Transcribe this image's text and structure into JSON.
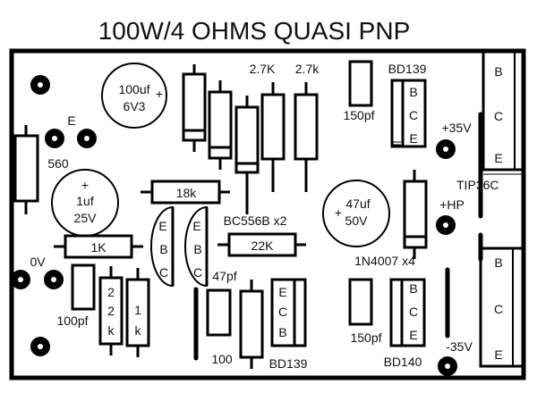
{
  "title": "100W/4 OHMS QUASI PNP",
  "colors": {
    "ink": "#000000",
    "board": "#ffffff"
  },
  "labels": {
    "e_pad": "E",
    "r560": "560",
    "c100_value": "100uf",
    "c100_voltage": "6V3",
    "c1_value": "1uf",
    "c1_voltage": "25V",
    "plus": "+",
    "r18k": "18k",
    "r2_7K": "2.7K",
    "r2_7k": "2.7k",
    "c150_top": "150pf",
    "bd139_top": "BD139",
    "plus35v": "+35V",
    "tip36c": "TIP36C",
    "hp": "+HP",
    "c47_value": "47uf",
    "c47_voltage": "50V",
    "bc556b": "BC556B x2",
    "r1K": "1K",
    "r22K": "22K",
    "zero_v": "0V",
    "c100pf": "100pf",
    "r22k_digits": [
      "2",
      "2",
      "k"
    ],
    "r1k_digits": [
      "1",
      "k"
    ],
    "c47pf": "47pf",
    "r100": "100",
    "bd139_bottom": "BD139",
    "c150_bottom": "150pf",
    "bd140": "BD140",
    "diode": "1N4007 x4",
    "minus35v": "-35V"
  },
  "pins": {
    "ebc": [
      "E",
      "B",
      "C"
    ],
    "bce": [
      "B",
      "C",
      "E"
    ],
    "ecb": [
      "E",
      "C",
      "B"
    ]
  }
}
